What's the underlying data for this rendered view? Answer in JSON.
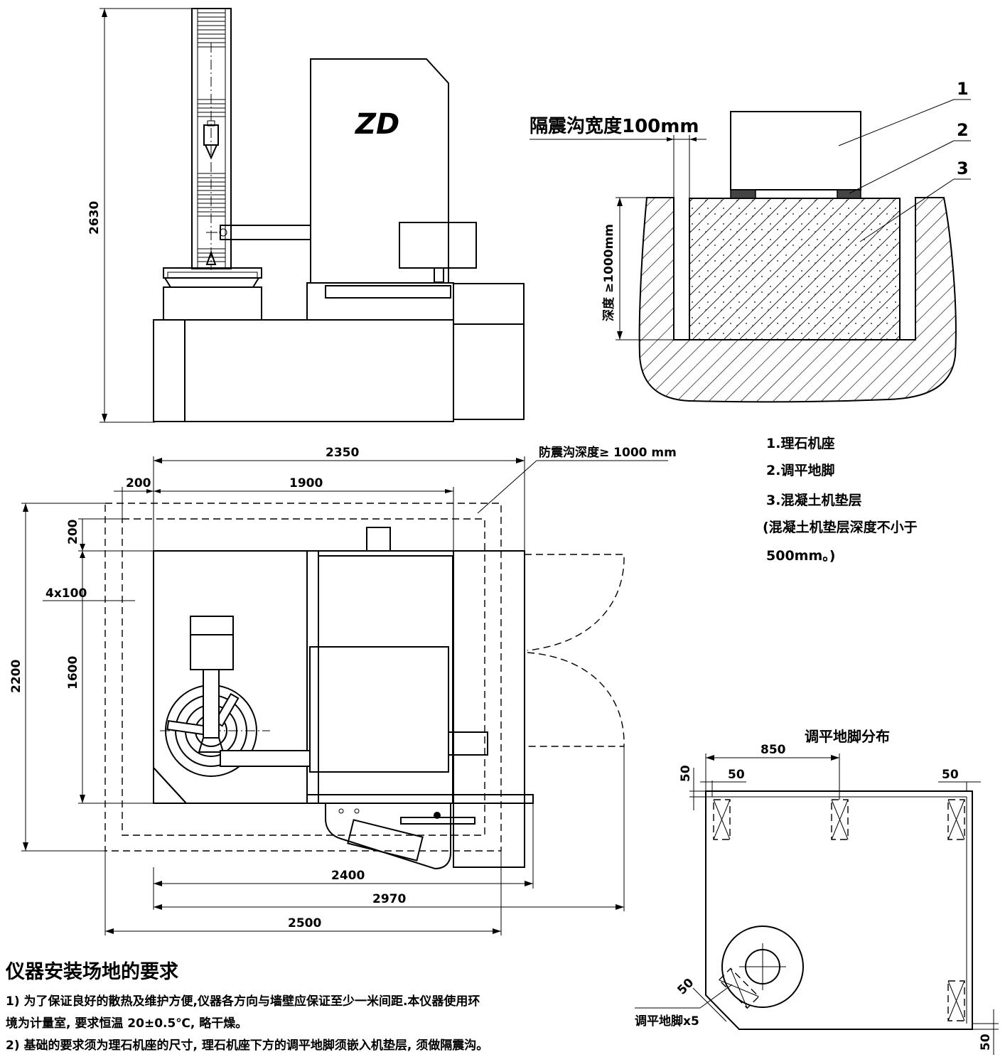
{
  "side_view": {
    "height_dim": "2630",
    "logo_text": "ZD"
  },
  "section_view": {
    "trench_width_label": "隔震沟宽度100mm",
    "depth_label": "深度 ≥1000mm",
    "callouts": [
      "1",
      "2",
      "3"
    ]
  },
  "legend": {
    "items": [
      "1.理石机座",
      "2.调平地脚",
      "3.混凝土机垫层",
      "(混凝土机垫层深度不小于",
      "500mm。)"
    ]
  },
  "plan_view": {
    "dim_2350": "2350",
    "dim_200_top": "200",
    "dim_1900": "1900",
    "trench_depth_label": "防震沟深度≥ 1000 mm",
    "dim_200_left": "200",
    "dim_4x100": "4x100",
    "dim_2200": "2200",
    "dim_1600": "1600",
    "dim_2400": "2400",
    "dim_2970": "2970",
    "dim_2500": "2500"
  },
  "feet_layout": {
    "title": "调平地脚分布",
    "dim_850": "850",
    "dim_50_a": "50",
    "dim_50_b": "50",
    "dim_50_c": "50",
    "dim_50_d": "50",
    "dim_50_e": "50",
    "feet_label": "调平地脚x5"
  },
  "notes": {
    "title": "仪器安装场地的要求",
    "lines": [
      "1) 为了保证良好的散热及维护方便,仪器各方向与墙壁应保证至少一米间距.本仪器使用环",
      "境为计量室, 要求恒温 20±0.5℃, 略干燥。",
      "2) 基础的要求须为理石机座的尺寸, 理石机座下方的调平地脚须嵌入机垫层, 须做隔震沟。"
    ]
  }
}
